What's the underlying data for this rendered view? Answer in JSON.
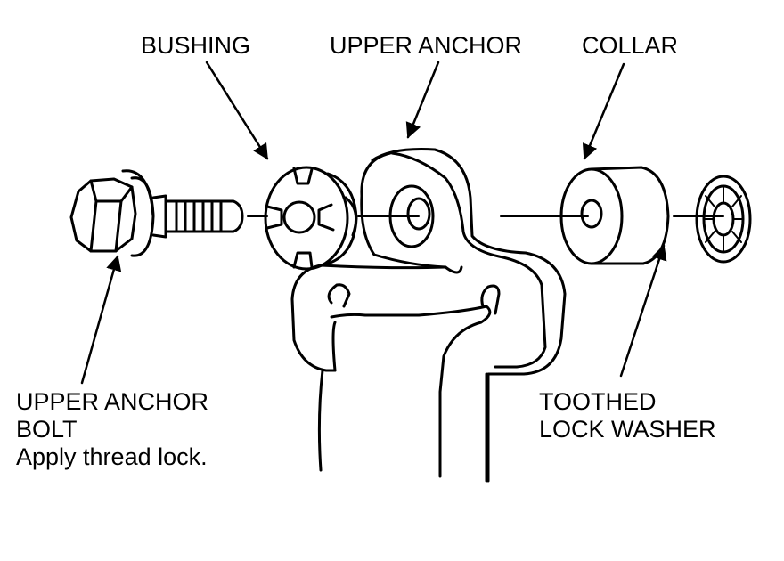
{
  "labels": {
    "bushing": "BUSHING",
    "upper_anchor": "UPPER ANCHOR",
    "collar": "COLLAR",
    "bolt": {
      "line1": "UPPER ANCHOR",
      "line2": "BOLT",
      "note": "Apply thread lock."
    },
    "washer": {
      "line1": "TOOTHED",
      "line2": "LOCK WASHER"
    }
  },
  "colors": {
    "ink": "#000000",
    "paper": "#ffffff"
  }
}
